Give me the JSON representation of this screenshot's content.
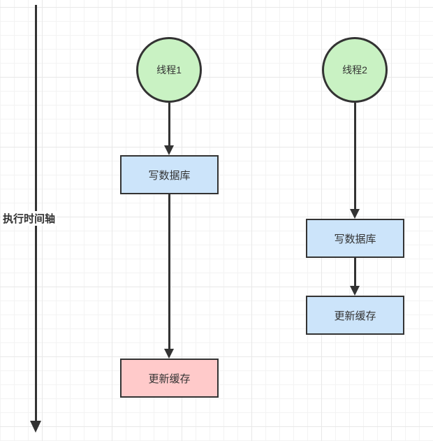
{
  "diagram": {
    "title": "cache-update-race-diagram",
    "timeline": {
      "label": "执行时间轴"
    },
    "threads": [
      {
        "title": "线程1",
        "steps": [
          {
            "label": "写数据库",
            "fill": "#cce4fa"
          },
          {
            "label": "更新缓存",
            "fill": "#ffcaca"
          }
        ]
      },
      {
        "title": "线程2",
        "steps": [
          {
            "label": "写数据库",
            "fill": "#cce4fa"
          },
          {
            "label": "更新缓存",
            "fill": "#cce4fa"
          }
        ]
      }
    ],
    "colors": {
      "thread_node_fill": "#c9f2c3",
      "step_fill_default": "#cce4fa",
      "step_fill_highlight": "#ffcaca",
      "stroke": "#333333",
      "grid_minor": "#f3f3f3",
      "grid_major": "#e8e8e8",
      "background": "#ffffff"
    }
  }
}
